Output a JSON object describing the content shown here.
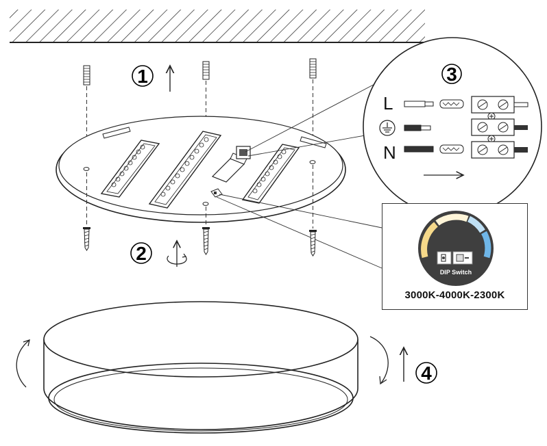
{
  "steps": {
    "step1": "1",
    "step2": "2",
    "step3": "3",
    "step4": "4"
  },
  "wiring": {
    "live": "L",
    "neutral": "N",
    "earth_icon": "earth-ground-icon"
  },
  "dip": {
    "switch_label": "DIP Switch",
    "color_temps": "3000K-4000K-2300K",
    "ring_colors": [
      "#f6d98a",
      "#fff5d8",
      "#bfe0f5",
      "#6fb6e8"
    ]
  }
}
